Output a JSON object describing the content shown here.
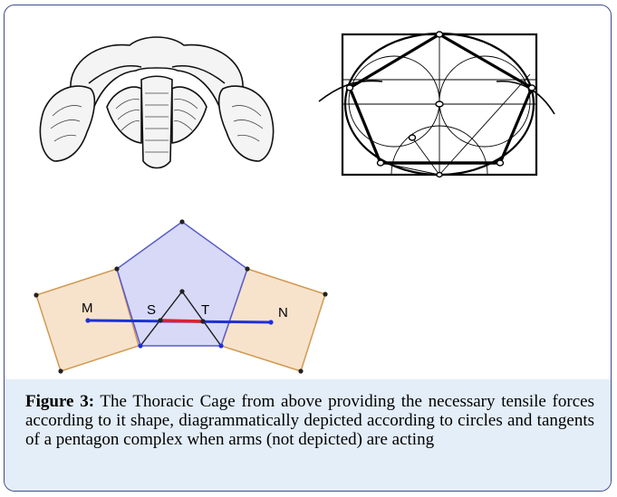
{
  "figure": {
    "label": "Figure 3:",
    "text": "The Thoracic Cage from above providing the necessary tensile forces according to it shape, diagrammatically depicted according to circles and tangents of a pentagon complex when arms (not depicted) are acting"
  },
  "pentagon_diagram": {
    "points": {
      "M": "M",
      "S": "S",
      "T": "T",
      "N": "N"
    }
  },
  "colors": {
    "frame_border": "#3d4d88",
    "caption_bg": "#e4eef8",
    "pentagon_fill": "#d7d9f7",
    "pentagon_stroke": "#5a5bc7",
    "square_fill": "#f7e3cc",
    "square_stroke": "#d19a52",
    "axis_line": "#1f2fd8",
    "segment_st": "#e0202a"
  }
}
